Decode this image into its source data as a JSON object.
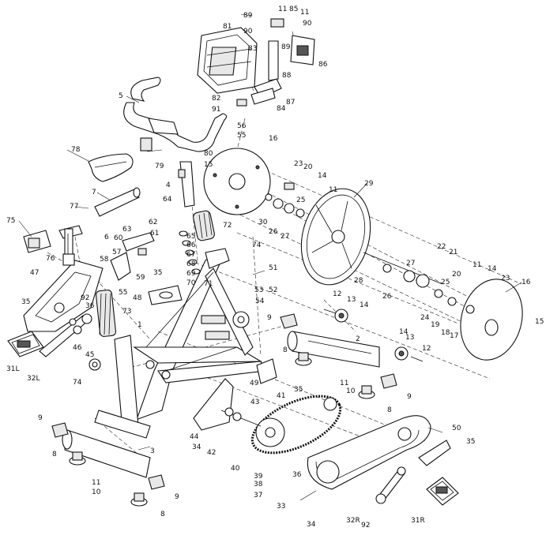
{
  "labels": [
    {
      "id": "n89a",
      "text": "89"
    },
    {
      "id": "n11a",
      "text": "11"
    },
    {
      "id": "n85",
      "text": "85"
    },
    {
      "id": "n11b",
      "text": "11"
    },
    {
      "id": "n90a",
      "text": "90"
    },
    {
      "id": "n90b",
      "text": "90"
    },
    {
      "id": "n81",
      "text": "81"
    },
    {
      "id": "n83",
      "text": "83"
    },
    {
      "id": "n89b",
      "text": "89"
    },
    {
      "id": "n86",
      "text": "86"
    },
    {
      "id": "n88",
      "text": "88"
    },
    {
      "id": "n87",
      "text": "87"
    },
    {
      "id": "n82",
      "text": "82"
    },
    {
      "id": "n84",
      "text": "84"
    },
    {
      "id": "n91",
      "text": "91"
    },
    {
      "id": "n56",
      "text": "56"
    },
    {
      "id": "n55a",
      "text": "55"
    },
    {
      "id": "n5",
      "text": "5"
    },
    {
      "id": "n16a",
      "text": "16"
    },
    {
      "id": "n78",
      "text": "78"
    },
    {
      "id": "n80",
      "text": "80"
    },
    {
      "id": "n79",
      "text": "79"
    },
    {
      "id": "n15a",
      "text": "15"
    },
    {
      "id": "n23a",
      "text": "23"
    },
    {
      "id": "n20a",
      "text": "20"
    },
    {
      "id": "n14a",
      "text": "14"
    },
    {
      "id": "n11c",
      "text": "11"
    },
    {
      "id": "n29",
      "text": "29"
    },
    {
      "id": "n4",
      "text": "4"
    },
    {
      "id": "n7",
      "text": "7"
    },
    {
      "id": "n64",
      "text": "64"
    },
    {
      "id": "n25a",
      "text": "25"
    },
    {
      "id": "n77",
      "text": "77"
    },
    {
      "id": "n30",
      "text": "30"
    },
    {
      "id": "n26a",
      "text": "26"
    },
    {
      "id": "n27a",
      "text": "27"
    },
    {
      "id": "n75",
      "text": "75"
    },
    {
      "id": "n72",
      "text": "72"
    },
    {
      "id": "n62",
      "text": "62"
    },
    {
      "id": "n63",
      "text": "63"
    },
    {
      "id": "n6",
      "text": "6"
    },
    {
      "id": "n60",
      "text": "60"
    },
    {
      "id": "n61",
      "text": "61"
    },
    {
      "id": "n65",
      "text": "65"
    },
    {
      "id": "n66",
      "text": "66"
    },
    {
      "id": "n74a",
      "text": "74"
    },
    {
      "id": "n76",
      "text": "76"
    },
    {
      "id": "n57",
      "text": "57"
    },
    {
      "id": "n67",
      "text": "67"
    },
    {
      "id": "n58",
      "text": "58"
    },
    {
      "id": "n68",
      "text": "68"
    },
    {
      "id": "n22",
      "text": "22"
    },
    {
      "id": "n21",
      "text": "21"
    },
    {
      "id": "n47",
      "text": "47"
    },
    {
      "id": "n69",
      "text": "69"
    },
    {
      "id": "n51",
      "text": "51"
    },
    {
      "id": "n27b",
      "text": "27"
    },
    {
      "id": "n11d",
      "text": "11"
    },
    {
      "id": "n14b",
      "text": "14"
    },
    {
      "id": "n59",
      "text": "59"
    },
    {
      "id": "n35a",
      "text": "35"
    },
    {
      "id": "n70",
      "text": "70"
    },
    {
      "id": "n28",
      "text": "28"
    },
    {
      "id": "n53",
      "text": "53"
    },
    {
      "id": "n20b",
      "text": "20"
    },
    {
      "id": "n23b",
      "text": "23"
    },
    {
      "id": "n16b",
      "text": "16"
    },
    {
      "id": "n55b",
      "text": "55"
    },
    {
      "id": "n71",
      "text": "71"
    },
    {
      "id": "n52",
      "text": "52"
    },
    {
      "id": "n26b",
      "text": "26"
    },
    {
      "id": "n25b",
      "text": "25"
    },
    {
      "id": "n48",
      "text": "48"
    },
    {
      "id": "n54",
      "text": "54"
    },
    {
      "id": "n92a",
      "text": "92"
    },
    {
      "id": "n12a",
      "text": "12"
    },
    {
      "id": "n13a",
      "text": "13"
    },
    {
      "id": "n35b",
      "text": "35"
    },
    {
      "id": "n36",
      "text": "36"
    },
    {
      "id": "n73",
      "text": "73"
    },
    {
      "id": "n14c",
      "text": "14"
    },
    {
      "id": "n24",
      "text": "24"
    },
    {
      "id": "n19",
      "text": "19"
    },
    {
      "id": "n18",
      "text": "18"
    },
    {
      "id": "n17",
      "text": "17"
    },
    {
      "id": "n15b",
      "text": "15"
    },
    {
      "id": "n1",
      "text": "1"
    },
    {
      "id": "n9a",
      "text": "9"
    },
    {
      "id": "n46",
      "text": "46"
    },
    {
      "id": "n14d",
      "text": "14"
    },
    {
      "id": "n13b",
      "text": "13"
    },
    {
      "id": "n2",
      "text": "2"
    },
    {
      "id": "n12b",
      "text": "12"
    },
    {
      "id": "n45",
      "text": "45"
    },
    {
      "id": "n31L",
      "text": "31L"
    },
    {
      "id": "n8a",
      "text": "8"
    },
    {
      "id": "n32L",
      "text": "32L"
    },
    {
      "id": "n74b",
      "text": "74"
    },
    {
      "id": "n49",
      "text": "49"
    },
    {
      "id": "n11e",
      "text": "11"
    },
    {
      "id": "n35c",
      "text": "35"
    },
    {
      "id": "n41",
      "text": "41"
    },
    {
      "id": "n10a",
      "text": "10"
    },
    {
      "id": "n9b",
      "text": "9"
    },
    {
      "id": "n8b",
      "text": "8"
    },
    {
      "id": "n43",
      "text": "43"
    },
    {
      "id": "n9c",
      "text": "9"
    },
    {
      "id": "n44",
      "text": "44"
    },
    {
      "id": "n34a",
      "text": "34"
    },
    {
      "id": "n42",
      "text": "42"
    },
    {
      "id": "n50",
      "text": "50"
    },
    {
      "id": "n3",
      "text": "3"
    },
    {
      "id": "n35d",
      "text": "35"
    },
    {
      "id": "n8c",
      "text": "8"
    },
    {
      "id": "n40",
      "text": "40"
    },
    {
      "id": "n39",
      "text": "39"
    },
    {
      "id": "n38",
      "text": "38"
    },
    {
      "id": "n36b",
      "text": "36"
    },
    {
      "id": "n11f",
      "text": "11"
    },
    {
      "id": "n10b",
      "text": "10"
    },
    {
      "id": "n37",
      "text": "37"
    },
    {
      "id": "n9d",
      "text": "9"
    },
    {
      "id": "n33",
      "text": "33"
    },
    {
      "id": "n8d",
      "text": "8"
    },
    {
      "id": "n32R",
      "text": "32R"
    },
    {
      "id": "n92b",
      "text": "92"
    },
    {
      "id": "n31R",
      "text": "31R"
    },
    {
      "id": "n34b",
      "text": "34"
    }
  ]
}
